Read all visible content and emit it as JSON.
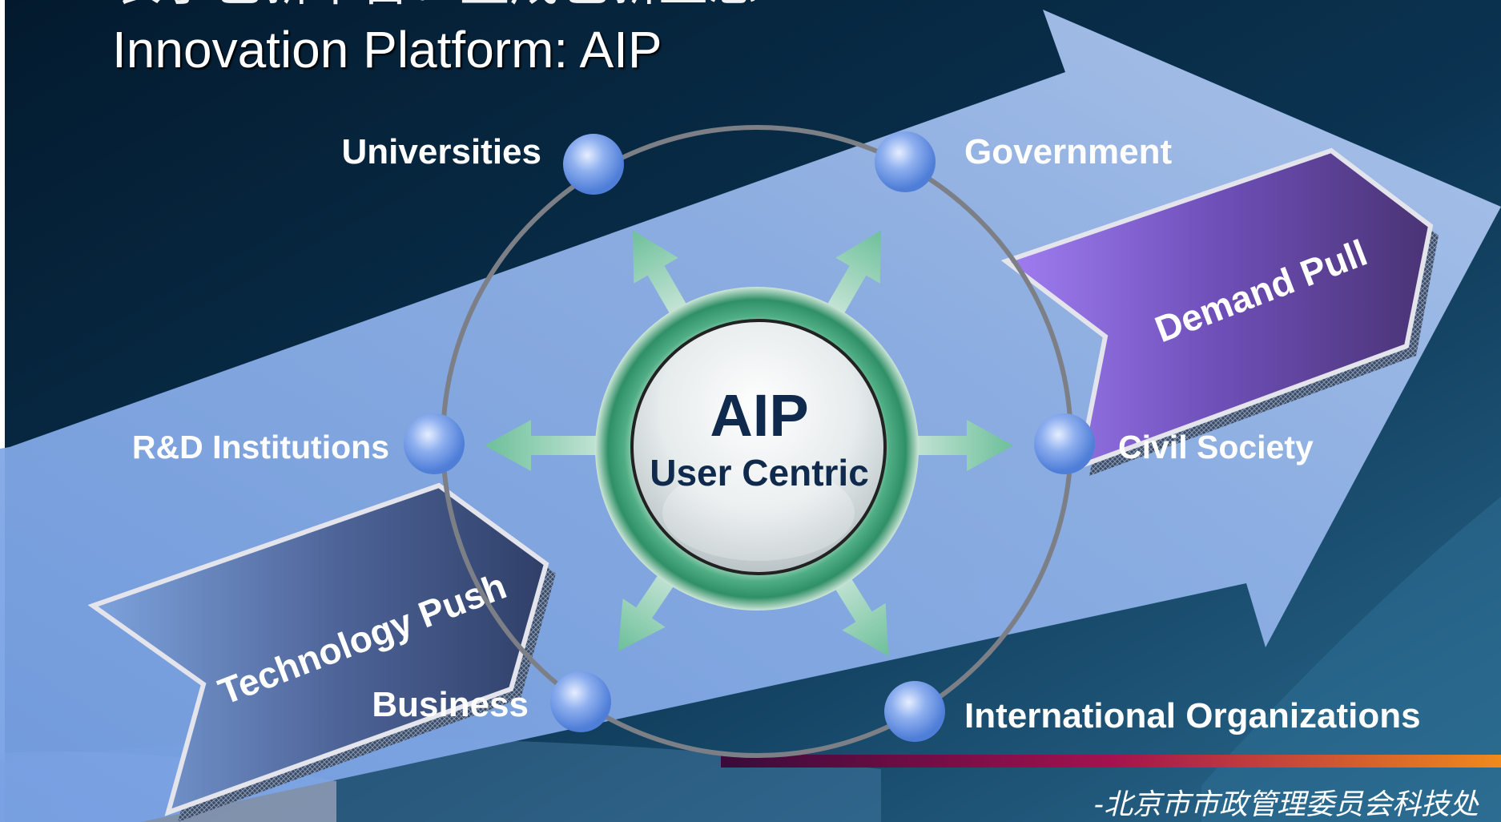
{
  "slide": {
    "title_cjk_partial": "农于包新平台：整成包新生态",
    "title": "Innovation Platform: AIP",
    "footer": "-北京市市政管理委员会科技处"
  },
  "diagram": {
    "center": {
      "title": "AIP",
      "subtitle": "User Centric"
    },
    "nodes": {
      "universities": "Universities",
      "government": "Government",
      "rnd": "R&D Institutions",
      "civil": "Civil Society",
      "business": "Business",
      "international": "International Organizations"
    },
    "banners": {
      "tech_push": "Technology Push",
      "demand_pull": "Demand Pull"
    }
  },
  "colors": {
    "bg_dark": "#0b2a44",
    "arrow_light": "#8fb2e8",
    "demand_purple": "#7a56c9",
    "tech_navy": "#3b4f7f",
    "center_green": "#2f9a6d"
  }
}
